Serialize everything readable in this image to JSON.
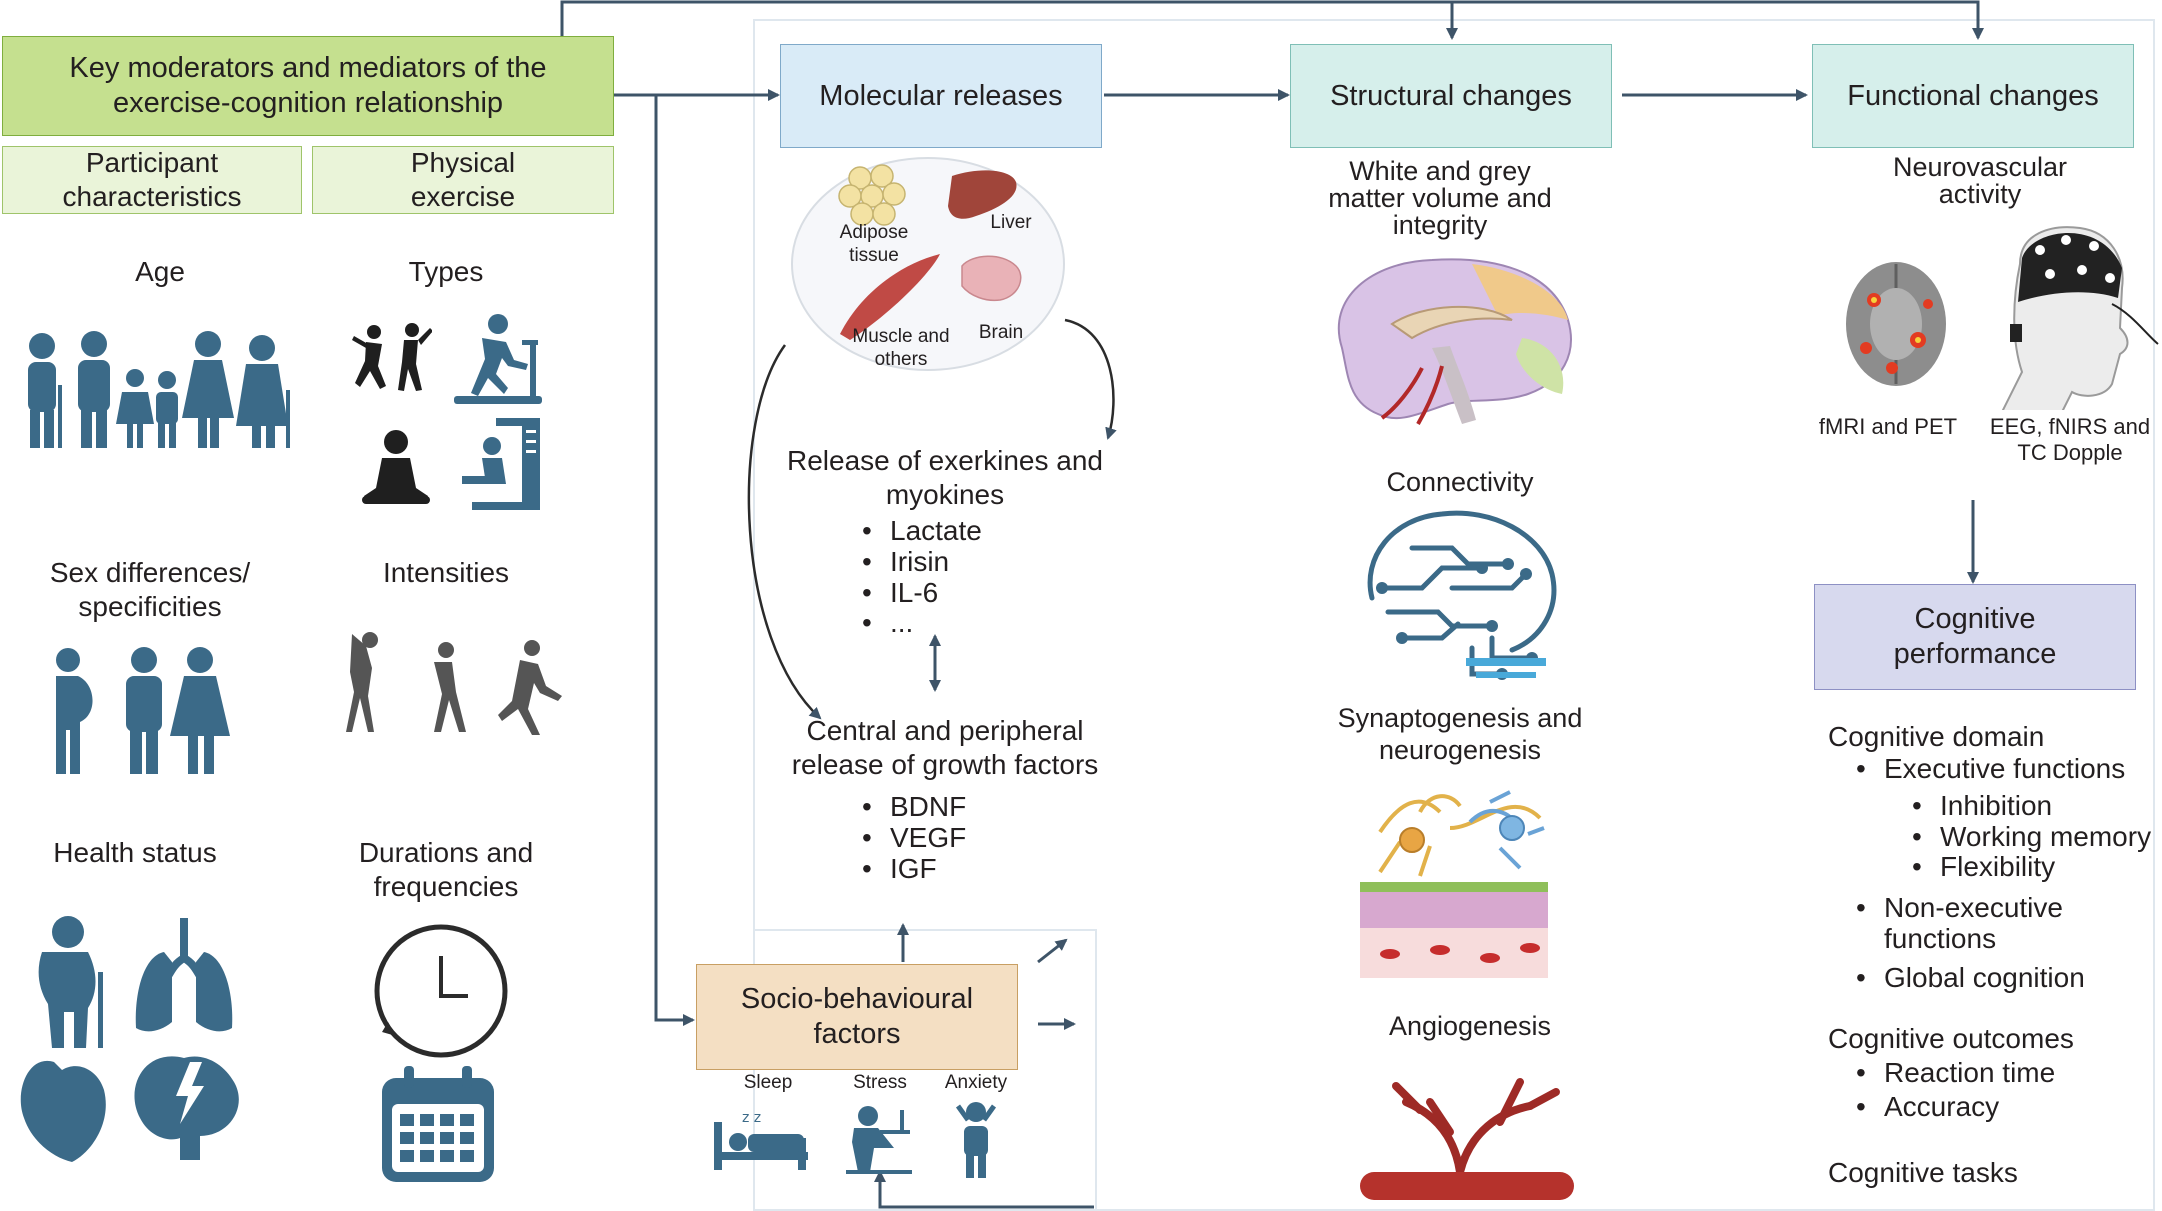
{
  "moderators": {
    "title": "Key moderators and mediators of the exercise-cognition relationship",
    "participant_label": "Participant characteristics",
    "exercise_label": "Physical exercise",
    "age": "Age",
    "types": "Types",
    "sex": "Sex differences/ specificities",
    "intensities": "Intensities",
    "health": "Health status",
    "durations": "Durations and frequencies"
  },
  "molecular": {
    "title": "Molecular releases",
    "organs": {
      "adipose": "Adipose tissue",
      "liver": "Liver",
      "muscle": "Muscle and others",
      "brain": "Brain"
    },
    "exerkines_title": "Release of exerkines and myokines",
    "exerkines": [
      "Lactate",
      "Irisin",
      "IL-6",
      "..."
    ],
    "growth_title": "Central and peripheral release of growth factors",
    "growth": [
      "BDNF",
      "VEGF",
      "IGF"
    ]
  },
  "socio": {
    "title": "Socio-behavioural factors",
    "sleep": "Sleep",
    "stress": "Stress",
    "anxiety": "Anxiety"
  },
  "structural": {
    "title": "Structural changes",
    "volume": "White and grey matter volume and integrity",
    "connectivity": "Connectivity",
    "synapto": "Synaptogenesis and neurogenesis",
    "angio": "Angiogenesis"
  },
  "functional": {
    "title": "Functional changes",
    "neuro": "Neurovascular activity",
    "fmri": "fMRI and PET",
    "eeg": "EEG, fNIRS and TC Dopple"
  },
  "cognitive": {
    "title": "Cognitive performance",
    "domain": "Cognitive domain",
    "executive": "Executive functions",
    "inhibition": "Inhibition",
    "working": "Working memory",
    "flexibility": "Flexibility",
    "nonexec": "Non-executive functions",
    "global": "Global cognition",
    "outcomes": "Cognitive outcomes",
    "reaction": "Reaction time",
    "accuracy": "Accuracy",
    "tasks": "Cognitive tasks"
  },
  "colors": {
    "arrow": "#3e5468",
    "icon_blue": "#3b6a88",
    "icon_dark": "#1f1f1f",
    "green_head": "#c5e08f",
    "blue_box": "#d9ebf7",
    "teal_box": "#d6efeb",
    "purple_box": "#d7d9ee",
    "tan_box": "#f4dfc3"
  }
}
